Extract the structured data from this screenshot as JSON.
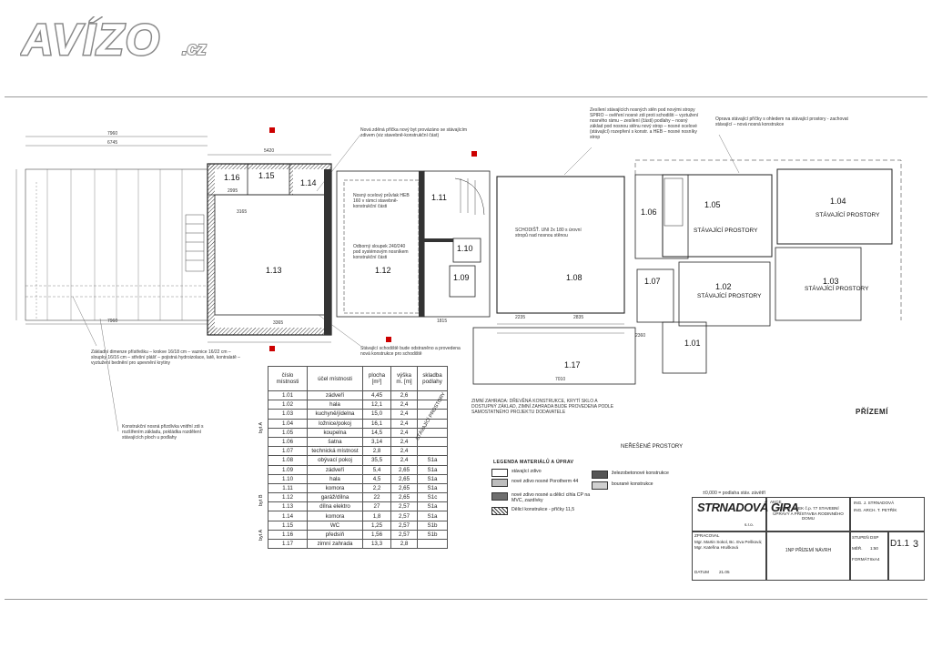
{
  "brand": {
    "name": "AVÍZO",
    "tld": ".cz"
  },
  "drawing": {
    "floor_title": "PŘÍZEMÍ",
    "unresolved": "NEŘEŠENÉ PROSTORY",
    "level_note": "±0,000 = podlaha stáv. závětří",
    "existing_label": "STÁVAJÍCÍ PROSTORY",
    "room_labels": [
      "1.01",
      "1.02",
      "1.03",
      "1.04",
      "1.05",
      "1.06",
      "1.07",
      "1.08",
      "1.09",
      "1.10",
      "1.11",
      "1.12",
      "1.13",
      "1.14",
      "1.15",
      "1.16",
      "1.17"
    ],
    "dims": {
      "top1": "7960",
      "top2": "6745",
      "top3": "5420",
      "top4": "2995",
      "d1": "3165",
      "d2": "1815",
      "d3": "2235",
      "d4": "2835",
      "d5": "7010",
      "d6": "7960",
      "d7": "2360",
      "d8": "3365"
    }
  },
  "notes": {
    "n1": "Nová zděná příčka nový byt provázáno se stávajícím zdivem (viz stavebně-konstrukční část)",
    "n2": "Nosný ocelový průvlak HEB 160 v rámci stavebně-konstrukční části",
    "n3": "Stávající schodiště bude odstraněno a provedena nová konstrukce pro schodiště",
    "n4": "Zesílení stávajících nosných stěn pod novými stropy SPIRO – ověření nosné zdi proti schodišti – vyztužení nosného rámu – zesílení (části) podlahy – nosný základ pod nosnou stěnu nový strop – nosné ocelové (stávající) rozepření s konstr. a HEB – nosné nosníky strop",
    "n5": "Oprava stávající příčky s ohledem na stávající prostory - zachovat stávající – nová nosná konstrukce",
    "n6": "Základní dimenze přístřešku – krokve 16/18 cm – vaznice 16/22 cm – sloupky 16/16 cm – střešní plášť – pojistná hydroizolace, latě, kontralatě – vyztužení bednění pro upevnění krytiny",
    "n7": "Konstrukční nosná přizdívka vnitřní zdi s rozšířením základu, pokládka rozdělení stávajících ploch u podlahy",
    "n8": "Odborný sloupek 240/240 pod systémovým nosníkem konstrukční části",
    "n9": "SCHODIŠŤ. UNI 2x 180 s úrovní stropů nad nosnou stěnou",
    "n10": "ZIMNÍ ZAHRADA: DŘEVĚNÁ KONSTRUKCE, KRYTÍ SKLO A DOSTUPNÝ ZÁKLAD, ZIMNÍ ZAHRADA BUDE PROVEDENA PODLE SAMOSTATNÉHO PROJEKTU DODAVATELE"
  },
  "room_table": {
    "headers": [
      "číslo místnosti",
      "účel místnosti",
      "plocha [m²]",
      "výška m. [m]",
      "skladba podlahy"
    ],
    "groups": [
      "byt A",
      "byt B",
      "byt A"
    ],
    "side_note": "STÁVAJÍCÍ PROSTORY",
    "rows": [
      [
        "1.01",
        "zádveří",
        "4,45",
        "2,6",
        ""
      ],
      [
        "1.02",
        "hala",
        "12,1",
        "2,4",
        ""
      ],
      [
        "1.03",
        "kuchyně/jídelna",
        "15,0",
        "2,4",
        ""
      ],
      [
        "1.04",
        "ložnice/pokoj",
        "16,1",
        "2,4",
        ""
      ],
      [
        "1.05",
        "koupelna",
        "14,5",
        "2,4",
        ""
      ],
      [
        "1.06",
        "šatna",
        "3,14",
        "2,4",
        ""
      ],
      [
        "1.07",
        "technická místnost",
        "2,8",
        "2,4",
        ""
      ],
      [
        "1.08",
        "obývací pokoj",
        "35,5",
        "2,4",
        "S1a"
      ],
      [
        "1.09",
        "zádveří",
        "5,4",
        "2,65",
        "S1a"
      ],
      [
        "1.10",
        "hala",
        "4,5",
        "2,65",
        "S1a"
      ],
      [
        "1.11",
        "komora",
        "2,2",
        "2,65",
        "S1a"
      ],
      [
        "1.12",
        "garáž/dílna",
        "22",
        "2,65",
        "S1c"
      ],
      [
        "1.13",
        "dílna elektro",
        "27",
        "2,57",
        "S1a"
      ],
      [
        "1.14",
        "komora",
        "1,8",
        "2,57",
        "S1a"
      ],
      [
        "1.15",
        "WC",
        "1,25",
        "2,57",
        "S1b"
      ],
      [
        "1.16",
        "předsíň",
        "1,56",
        "2,57",
        "S1b"
      ],
      [
        "1.17",
        "zimní zahrada",
        "13,3",
        "2,8",
        ""
      ]
    ]
  },
  "legend": {
    "title": "LEGENDA MATERIÁLŮ A ÚPRAV",
    "items": [
      {
        "label": "stávající zdivo",
        "color": "#ffffff"
      },
      {
        "label": "nové zdivo nosné Porotherm 44",
        "color": "#bdbdbd"
      },
      {
        "label": "nové zdivo nosné a dělicí cihla CP na MVC, zazdívky",
        "color": "#6e6e6e"
      },
      {
        "label": "Dělicí konstrukce - příčky 11,5",
        "color": "#9a9a9a"
      },
      {
        "label": "železobetonové konstrukce",
        "color": "#555555"
      },
      {
        "label": "bourané konstrukce",
        "color": "#d0d0d0"
      }
    ]
  },
  "title_block": {
    "company": "STRNADOVÁ GIRA",
    "company_suffix": "s.r.o.",
    "project_label": "AKCE",
    "project": "VELKÝ OSEK č.p. 77 STAVEBNÍ ÚPRAVY A PŘÍSTAVBA RODINNÉHO DOMU",
    "people": [
      "ING. J. STRNADOVÁ",
      "ING. ARCH. T. PETŘÍK"
    ],
    "authors_label": "ZPRACOVAL",
    "authors": "Mgr. Martin Sokol, Bc. Eva Pešková; Mgr. Kateřina Hrušková",
    "date_label": "DATUM",
    "date": "21.05",
    "sheet_title": "1NP PŘÍZEMÍ NÁVRH",
    "stage_label": "STUPEŇ",
    "stage": "DSP",
    "scale_label": "MĚŘ.",
    "scale": "1:50",
    "format_label": "FORMÁT",
    "format": "8xA4",
    "drawing_no": "D1.1",
    "sheet_no": "3"
  }
}
